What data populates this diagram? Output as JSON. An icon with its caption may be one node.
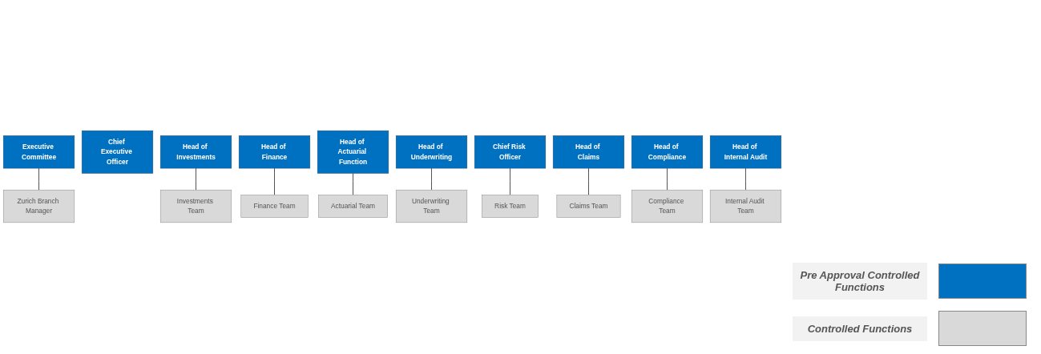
{
  "diagram": {
    "nodes": [
      {
        "text": [
          "Executive Committee"
        ]
      },
      {
        "text": [
          "Chief Executive Officer"
        ]
      },
      {
        "text": [
          "Head of Investments"
        ]
      },
      {
        "text": [
          "Head of Finance"
        ]
      },
      {
        "text": [
          "Head of Actuarial Function"
        ]
      },
      {
        "text": [
          "Head of Underwriting"
        ]
      },
      {
        "text": [
          "Chief Risk Officer"
        ]
      },
      {
        "text": [
          "Head of Claims"
        ]
      },
      {
        "text": [
          "Head of Compliance"
        ]
      },
      {
        "text": [
          "Head of Internal Audit"
        ]
      },
      {
        "text": [
          "Investments Team"
        ]
      },
      {
        "text": [
          "Finance Team"
        ]
      },
      {
        "text": [
          "Actuarial Team"
        ]
      },
      {
        "text": [
          "Underwriting Team"
        ]
      },
      {
        "text": [
          "Risk Team"
        ]
      },
      {
        "text": [
          "Claims Team"
        ]
      },
      {
        "text": [
          "Compliance Team"
        ]
      },
      {
        "text": [
          "Internal Audit Team"
        ]
      },
      {
        "text": [
          "Zurich Branch Manager"
        ]
      }
    ],
    "edges": [
      {
        "from": 0,
        "to": 18,
        "arrow": "none"
      },
      {
        "from": 2,
        "to": 10,
        "arrow": "none"
      },
      {
        "from": 3,
        "to": 11,
        "arrow": "none"
      },
      {
        "from": 4,
        "to": 12,
        "arrow": "none"
      },
      {
        "from": 5,
        "to": 13,
        "arrow": "none"
      },
      {
        "from": 6,
        "to": 14,
        "arrow": "none"
      },
      {
        "from": 7,
        "to": 15,
        "arrow": "none"
      },
      {
        "from": 8,
        "to": 16,
        "arrow": "none"
      },
      {
        "from": 9,
        "to": 17,
        "arrow": "none"
      }
    ],
    "legend": [
      {
        "text": "Pre Approval Controlled Functions",
        "color": "#0070c0"
      },
      {
        "text": "Controlled Functions",
        "color": "#d9d9d9"
      }
    ]
  }
}
